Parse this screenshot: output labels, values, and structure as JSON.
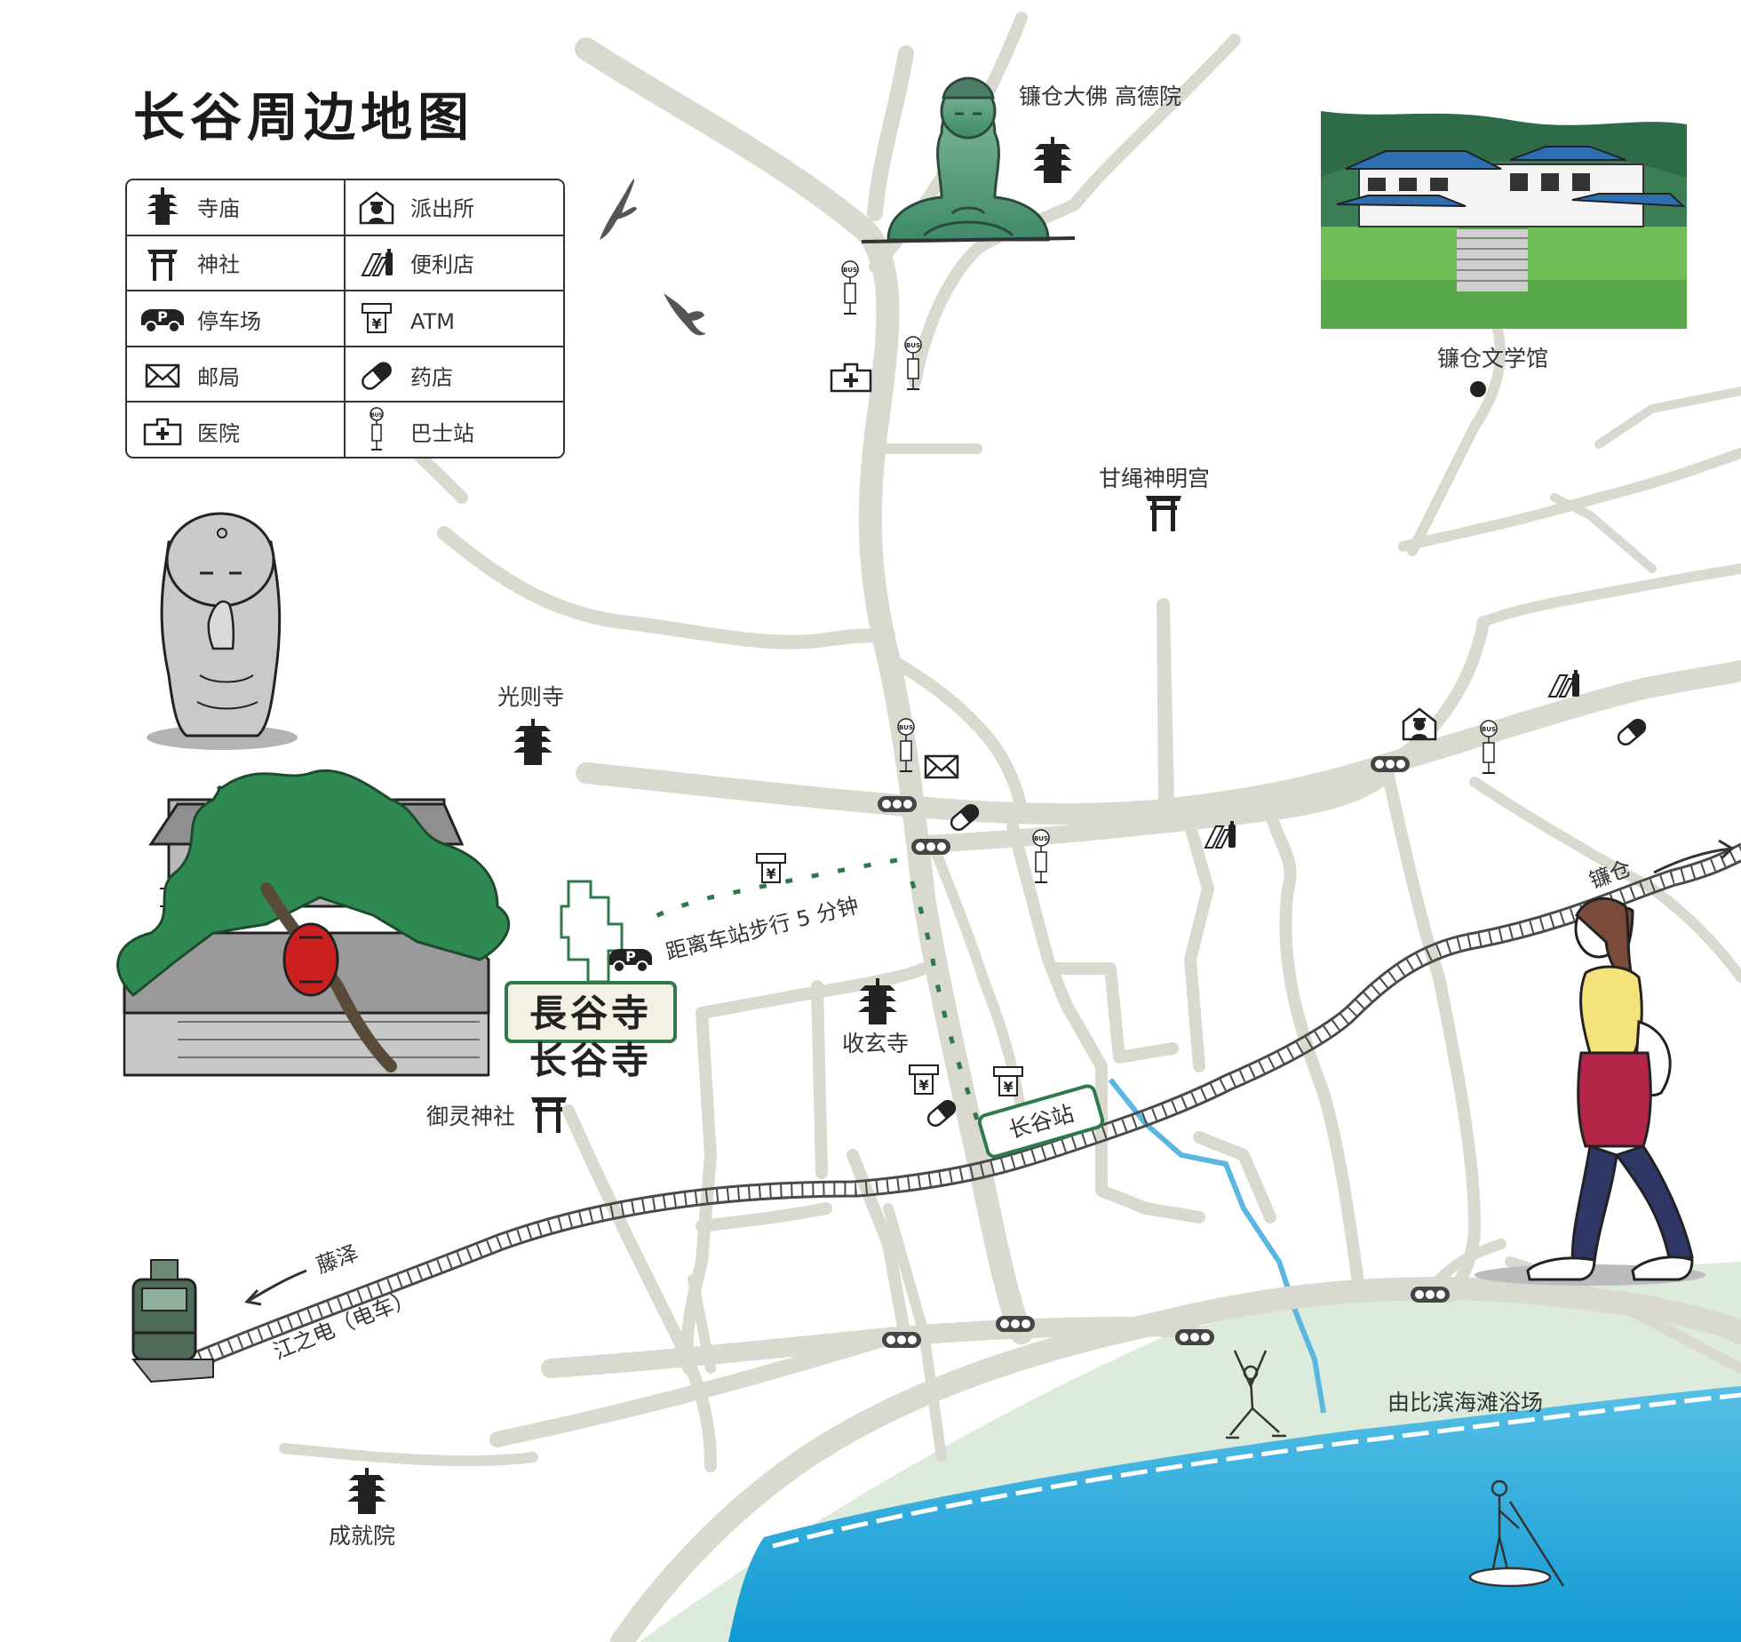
{
  "title": "长谷周边地图",
  "legend": [
    {
      "icon": "pagoda-icon",
      "label": "寺庙"
    },
    {
      "icon": "police-box-icon",
      "label": "派出所"
    },
    {
      "icon": "torii-icon",
      "label": "神社"
    },
    {
      "icon": "convenience-store-icon",
      "label": "便利店"
    },
    {
      "icon": "parking-icon",
      "label": "停车场"
    },
    {
      "icon": "atm-icon",
      "label": "ATM"
    },
    {
      "icon": "mail-icon",
      "label": "邮局"
    },
    {
      "icon": "pill-icon",
      "label": "药店"
    },
    {
      "icon": "hospital-icon",
      "label": "医院"
    },
    {
      "icon": "bus-stop-icon",
      "label": "巴士站"
    }
  ],
  "places": {
    "daibutsu": "镰仓大佛 高德院",
    "literature_museum": "镰仓文学馆",
    "amanawa_shrine": "甘绳神明宫",
    "kosokuji": "光则寺",
    "hasedera_sign": "長谷寺",
    "hasedera_label": "长谷寺",
    "goryo_shrine": "御灵神社",
    "shugenji": "收玄寺",
    "jojuin": "成就院",
    "hase_station": "长谷站",
    "yuigahama": "由比滨海滩浴场",
    "to_kamakura": "镰仓",
    "to_fujisawa": "藤泽",
    "enoden": "江之电（电车）",
    "walk_note": "距离车站步行 5 分钟"
  },
  "bus_icon_text": "BUS",
  "colors": {
    "road": "#d9d9cf",
    "route_green": "#2f7a4b",
    "sea": "#29a6d8",
    "beach": "#dcebdc",
    "river": "#5ab7e0",
    "rail": "#4a4a4a"
  }
}
